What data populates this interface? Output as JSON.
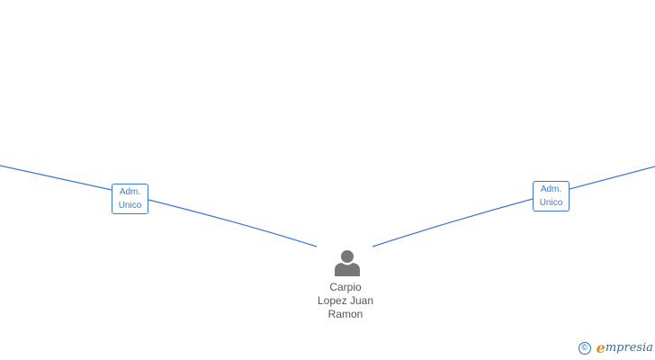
{
  "diagram": {
    "relations": [
      {
        "role_line1": "Adm.",
        "role_line2": "Unico"
      },
      {
        "role_line1": "Adm.",
        "role_line2": "Unico"
      }
    ],
    "person": {
      "icon": "person-icon",
      "name_lines": [
        "Carpio",
        "Lopez Juan",
        "Ramon"
      ]
    },
    "colors": {
      "edge": "#3a78d4",
      "person_icon": "#777777",
      "brand": "#2e6fa8",
      "brand_accent": "#e08a1e"
    }
  },
  "footer": {
    "copyright_symbol": "©",
    "brand_first_letter": "e",
    "brand_rest": "mpresia"
  }
}
